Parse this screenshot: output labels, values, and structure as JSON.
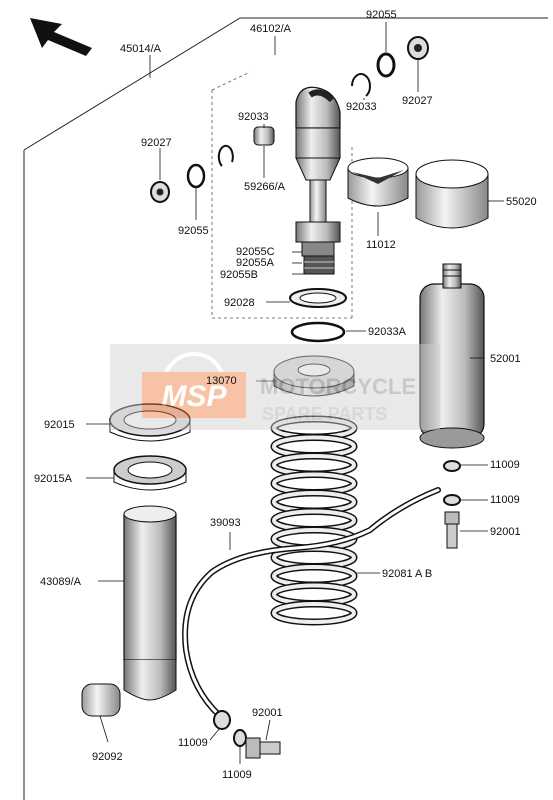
{
  "parts": [
    {
      "id": "45014a",
      "label": "45014/A"
    },
    {
      "id": "46102a",
      "label": "46102/A"
    },
    {
      "id": "92055-top",
      "label": "92055"
    },
    {
      "id": "92027-top",
      "label": "92027"
    },
    {
      "id": "92033-top",
      "label": "92033"
    },
    {
      "id": "92033-mid",
      "label": "92033"
    },
    {
      "id": "92027-left",
      "label": "92027"
    },
    {
      "id": "59266a",
      "label": "59266/A"
    },
    {
      "id": "55020",
      "label": "55020"
    },
    {
      "id": "92055-left",
      "label": "92055"
    },
    {
      "id": "11012",
      "label": "11012"
    },
    {
      "id": "92055c",
      "label": "92055C"
    },
    {
      "id": "92055a",
      "label": "92055A"
    },
    {
      "id": "92055b",
      "label": "92055B"
    },
    {
      "id": "92028",
      "label": "92028"
    },
    {
      "id": "92033a",
      "label": "92033A"
    },
    {
      "id": "52001",
      "label": "52001"
    },
    {
      "id": "13070",
      "label": "13070"
    },
    {
      "id": "92015",
      "label": "92015"
    },
    {
      "id": "11009-r1",
      "label": "11009"
    },
    {
      "id": "92015a",
      "label": "92015A"
    },
    {
      "id": "11009-r2",
      "label": "11009"
    },
    {
      "id": "39093",
      "label": "39093"
    },
    {
      "id": "92001-r",
      "label": "92001"
    },
    {
      "id": "92081ab",
      "label": "92081 A B"
    },
    {
      "id": "43089a",
      "label": "43089/A"
    },
    {
      "id": "92001-b",
      "label": "92001"
    },
    {
      "id": "92092",
      "label": "92092"
    },
    {
      "id": "11009-b1",
      "label": "11009"
    },
    {
      "id": "11009-b2",
      "label": "11009"
    }
  ],
  "watermark": {
    "logo": "MSP",
    "line1": "MOTORCYCLE",
    "line2": "SPARE PARTS"
  }
}
